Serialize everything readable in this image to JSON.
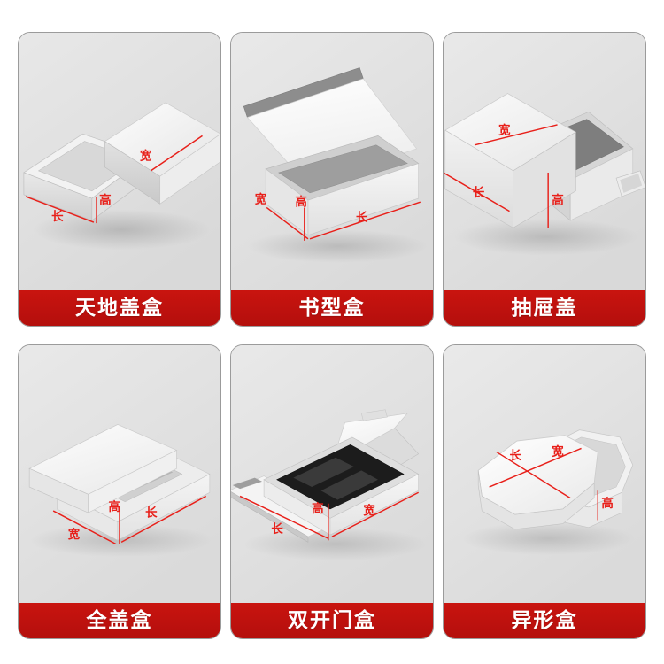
{
  "page": {
    "background_color": "#ffffff",
    "card_background_color": "#e3e3e3",
    "banner_color": "#bd110e",
    "annotation_color": "#e8201a",
    "label_text_color": "#ffffff"
  },
  "dimension_labels": {
    "length": "长",
    "width": "宽",
    "height": "高"
  },
  "cards": [
    {
      "id": "tiandi-gai-he",
      "label": "天地盖盒",
      "annotations": [
        "长",
        "宽",
        "高"
      ]
    },
    {
      "id": "shu-xing-he",
      "label": "书型盒",
      "annotations": [
        "宽",
        "高",
        "长"
      ]
    },
    {
      "id": "chou-ti-gai",
      "label": "抽屉盖",
      "annotations": [
        "宽",
        "长",
        "高"
      ]
    },
    {
      "id": "quan-gai-he",
      "label": "全盖盒",
      "annotations": [
        "高",
        "长",
        "宽"
      ]
    },
    {
      "id": "shuang-kai-men-he",
      "label": "双开门盒",
      "annotations": [
        "长",
        "高",
        "宽"
      ]
    },
    {
      "id": "yi-xing-he",
      "label": "异形盒",
      "annotations": [
        "长",
        "宽",
        "高"
      ]
    }
  ]
}
